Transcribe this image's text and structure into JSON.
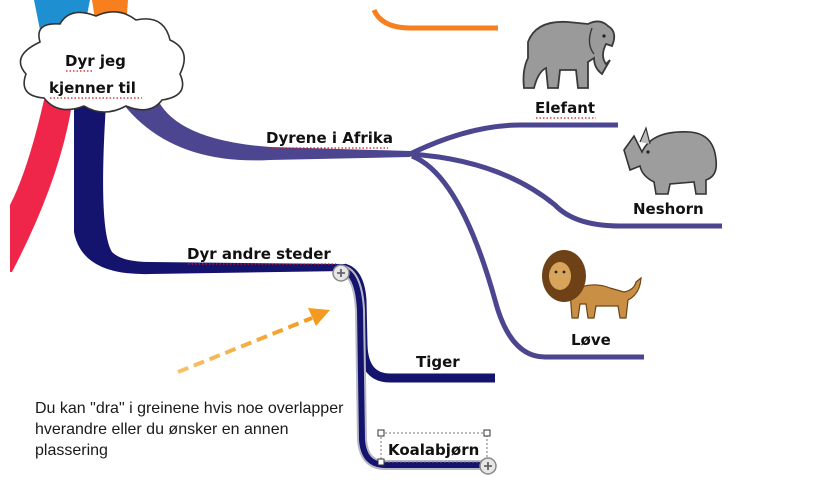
{
  "central_topic": {
    "line1": "Dyr jeg",
    "line2": "kjenner til"
  },
  "branches": {
    "africa": {
      "label": "Dyrene i Afrika",
      "color": "#4b468f"
    },
    "other": {
      "label": "Dyr andre steder",
      "color": "#14136e"
    }
  },
  "subtopics": {
    "elefant": {
      "label": "Elefant"
    },
    "neshorn": {
      "label": "Neshorn"
    },
    "love": {
      "label": "Løve"
    },
    "tiger": {
      "label": "Tiger"
    },
    "koala": {
      "label": "Koalabjørn"
    }
  },
  "note": {
    "text": "Du kan \"dra\" i greinene hvis noe overlapper hverandre eller du ønsker en annen plassering"
  },
  "colors": {
    "red_branch": "#f0254a",
    "orange_branch": "#f77f1e",
    "blue_top": "#1e8fd0",
    "drag_arrow": "#f4a42c"
  },
  "icons": [
    "elephant-image",
    "rhino-image",
    "lion-image",
    "expand-plus-icon",
    "selection-handle-icon"
  ]
}
